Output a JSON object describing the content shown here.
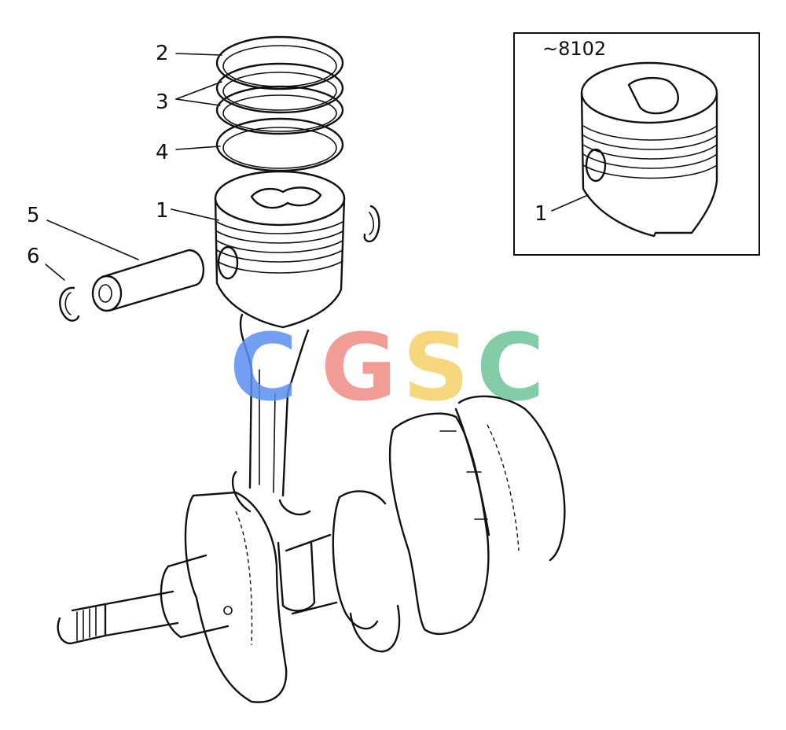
{
  "callouts": {
    "c1": "1",
    "c2": "2",
    "c3": "3",
    "c4": "4",
    "c5": "5",
    "c6": "6"
  },
  "inset": {
    "label": "~8102",
    "callout": "1"
  },
  "watermark": {
    "letters": [
      "C",
      "G",
      "S",
      "C"
    ],
    "colors": [
      "#5b8ff0",
      "#f08b84",
      "#f6d168",
      "#6dc49a"
    ]
  }
}
